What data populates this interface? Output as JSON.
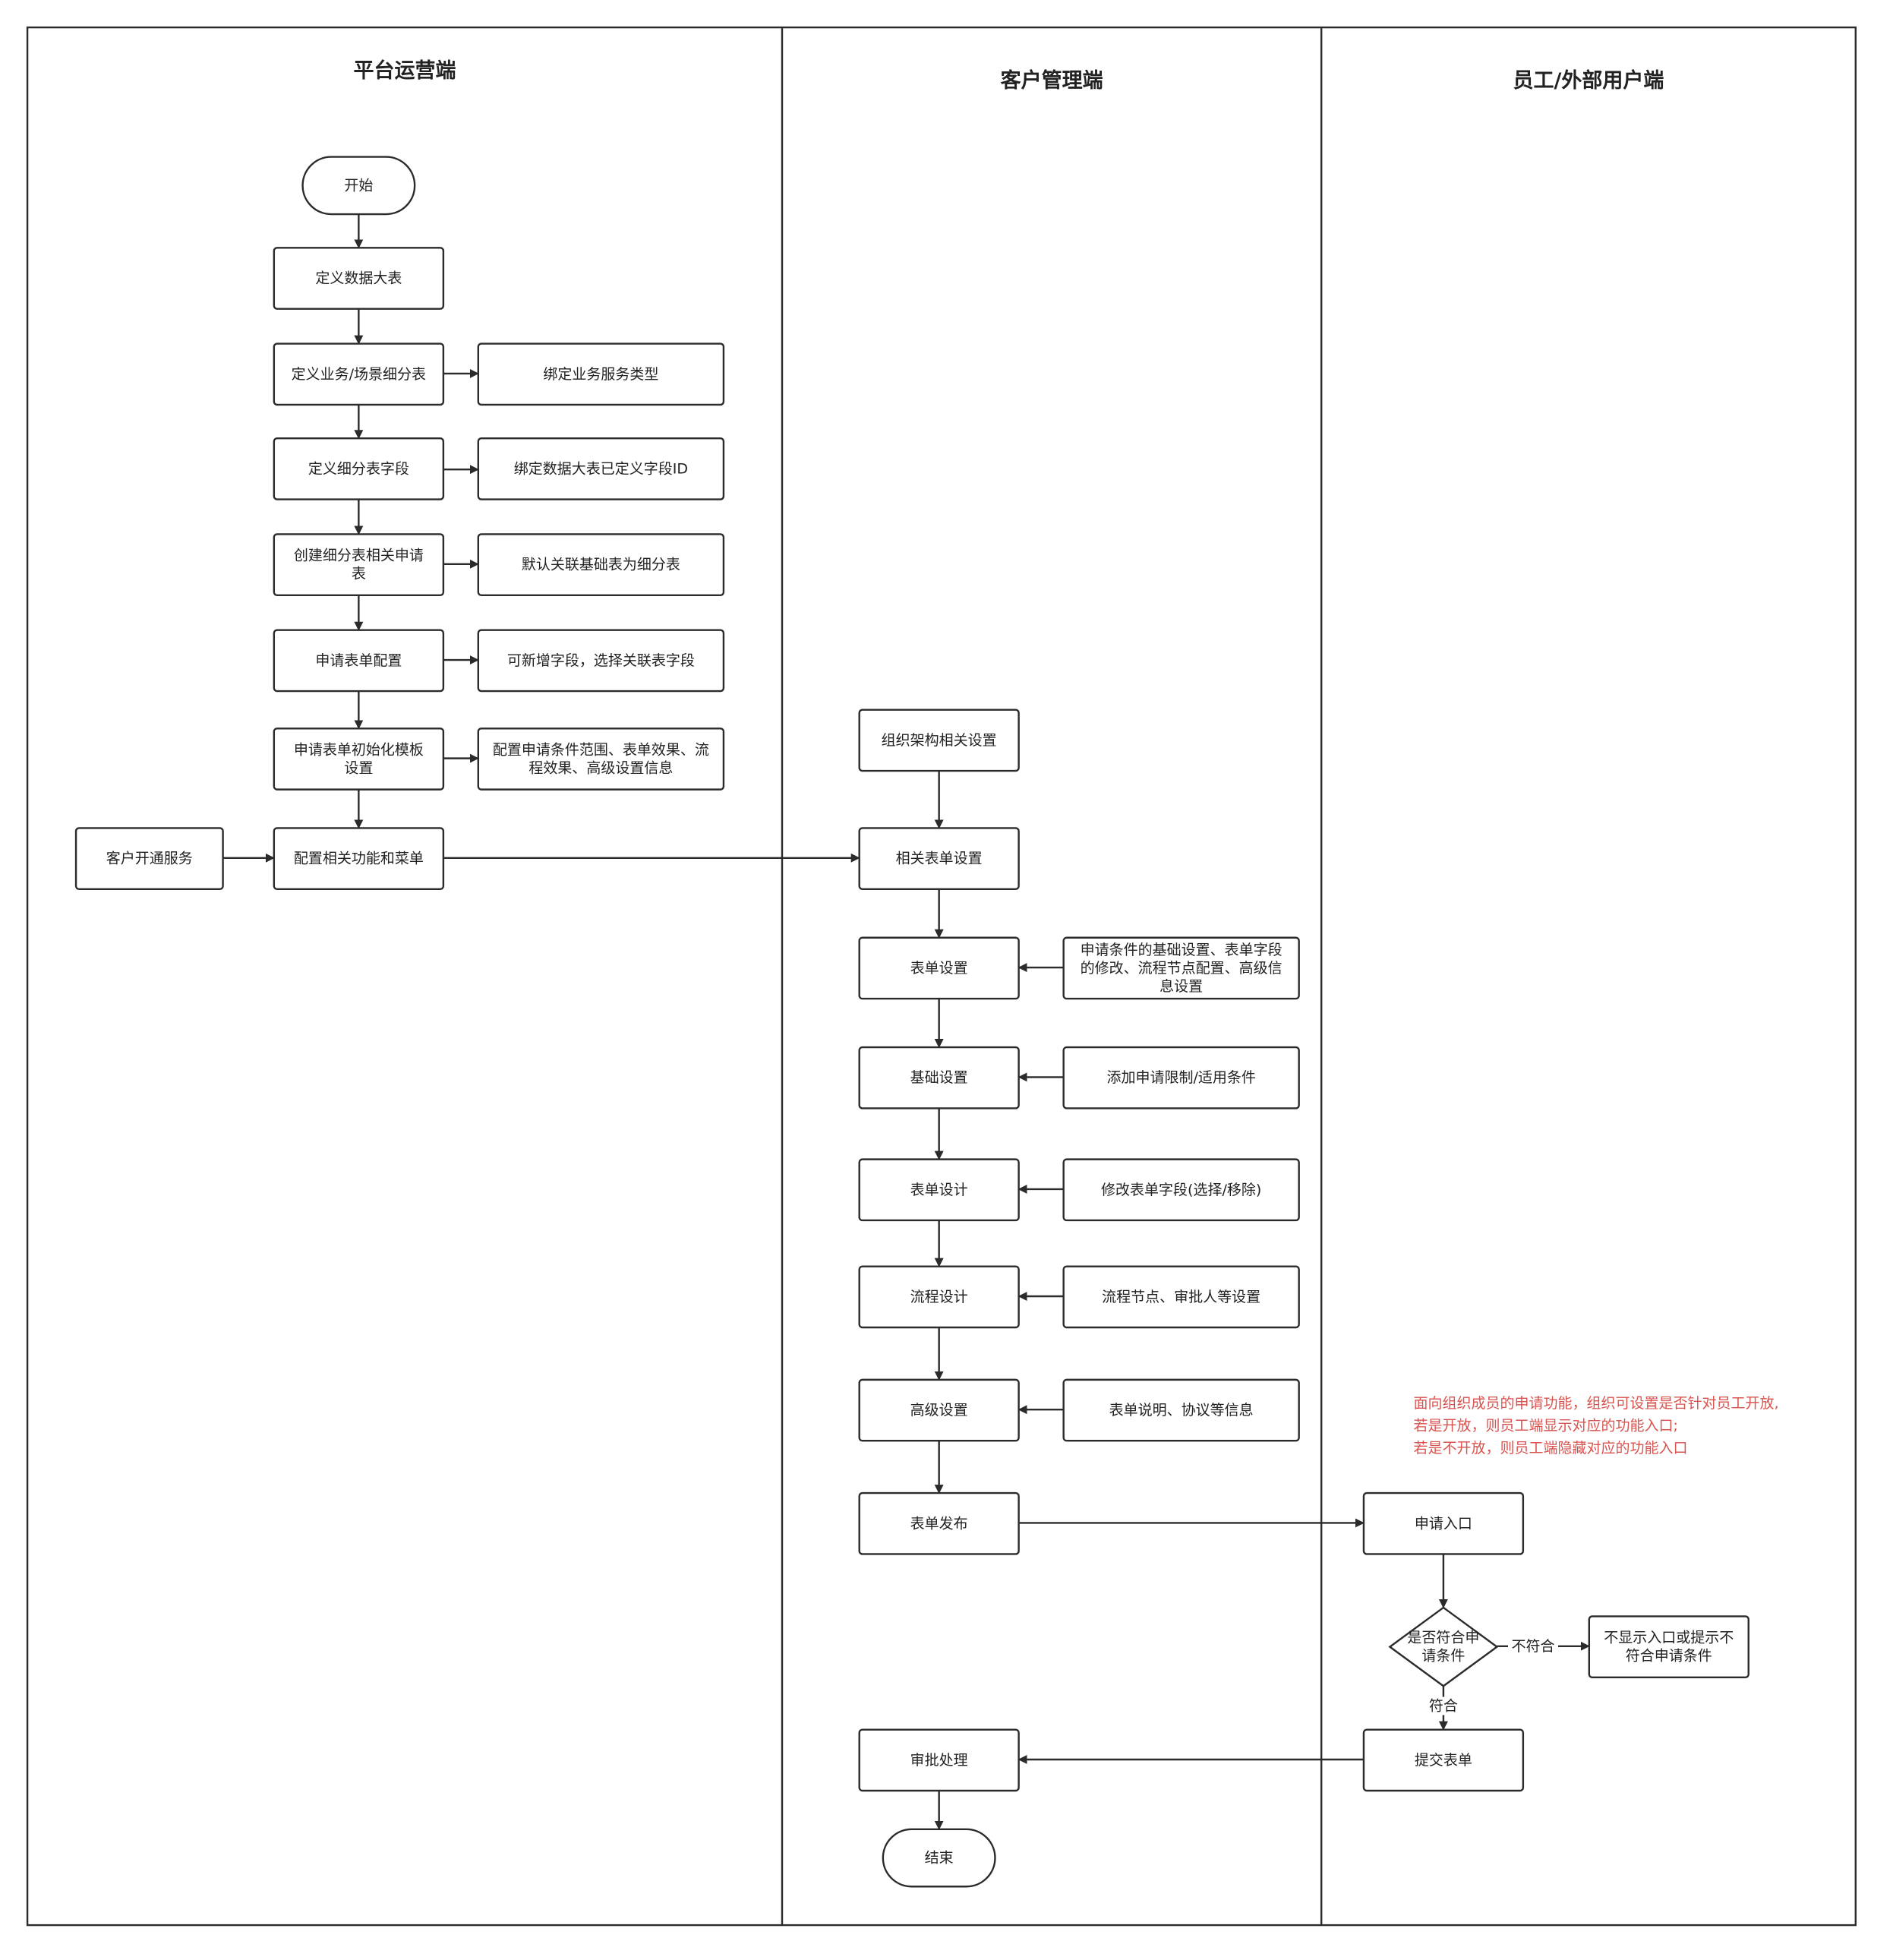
{
  "lanes": [
    {
      "id": "platform",
      "title": "平台运营端"
    },
    {
      "id": "customer",
      "title": "客户管理端"
    },
    {
      "id": "employee",
      "title": "员工/外部用户端"
    }
  ],
  "nodes": {
    "start": [
      "开始"
    ],
    "define_big_table": [
      "定义数据大表"
    ],
    "define_sub_table": [
      "定义业务/场景细分表"
    ],
    "bind_service_type": [
      "绑定业务服务类型"
    ],
    "define_sub_fields": [
      "定义细分表字段"
    ],
    "bind_field_id": [
      "绑定数据大表已定义字段ID"
    ],
    "create_apply_table": [
      "创建细分表相关申请",
      "表"
    ],
    "default_link": [
      "默认关联基础表为细分表"
    ],
    "apply_form_config": [
      "申请表单配置"
    ],
    "add_fields": [
      "可新增字段，选择关联表字段"
    ],
    "template_init": [
      "申请表单初始化模板",
      "设置"
    ],
    "config_scope": [
      "配置申请条件范围、表单效果、流",
      "程效果、高级设置信息"
    ],
    "customer_open": [
      "客户开通服务"
    ],
    "config_menu": [
      "配置相关功能和菜单"
    ],
    "org_settings": [
      "组织架构相关设置"
    ],
    "related_form": [
      "相关表单设置"
    ],
    "form_settings": [
      "表单设置"
    ],
    "form_settings_note": [
      "申请条件的基础设置、表单字段",
      "的修改、流程节点配置、高级信",
      "息设置"
    ],
    "basic_settings": [
      "基础设置"
    ],
    "basic_settings_note": [
      "添加申请限制/适用条件"
    ],
    "form_design": [
      "表单设计"
    ],
    "form_design_note": [
      "修改表单字段(选择/移除)"
    ],
    "flow_design": [
      "流程设计"
    ],
    "flow_design_note": [
      "流程节点、审批人等设置"
    ],
    "advanced_settings": [
      "高级设置"
    ],
    "advanced_note": [
      "表单说明、协议等信息"
    ],
    "publish": [
      "表单发布"
    ],
    "approve": [
      "审批处理"
    ],
    "end": [
      "结束"
    ],
    "apply_entry": [
      "申请入口"
    ],
    "decision": [
      "是否符合申",
      "请条件"
    ],
    "not_show": [
      "不显示入口或提示不",
      "符合申请条件"
    ],
    "submit": [
      "提交表单"
    ]
  },
  "edge_labels": {
    "not_match": "不符合",
    "match": "符合"
  },
  "note": {
    "lines": [
      "面向组织成员的申请功能，组织可设置是否针对员工开放,",
      "若是开放，则员工端显示对应的功能入口;",
      "若是不开放，则员工端隐藏对应的功能入口"
    ],
    "color": "#d9534f"
  },
  "colors": {
    "stroke": "#2b2b2b",
    "text": "#222222",
    "background": "#ffffff"
  }
}
